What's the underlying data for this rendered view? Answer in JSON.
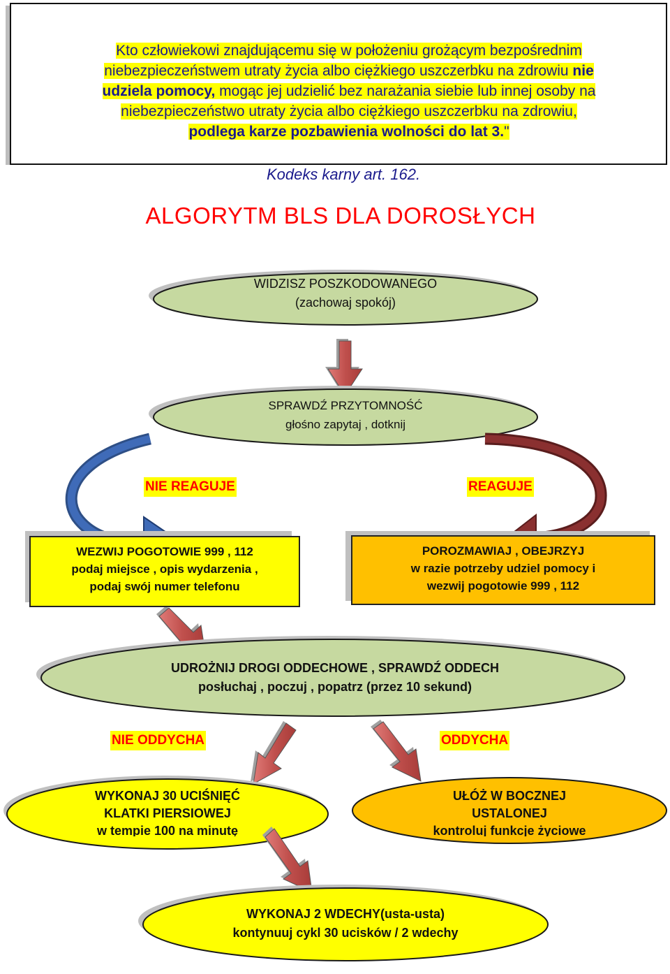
{
  "quote": {
    "line1": "Kto człowiekowi znajdującemu się w położeniu grożącym bezpośrednim",
    "line2a": "niebezpieczeństwem utraty życia albo ciężkiego uszczerbku na zdrowiu ",
    "line2b": "nie",
    "line3a": "udziela pomocy,",
    "line3b": " mogąc jej udzielić bez narażania siebie lub innej osoby na",
    "line4": "niebezpieczeństwo utraty życia albo ciężkiego uszczerbku na zdrowiu,",
    "line5": "podlega karze pozbawienia wolności do lat 3.",
    "line5_end": "\""
  },
  "source": "Kodeks karny art. 162.",
  "title": "ALGORYTM BLS DLA DOROSŁYCH",
  "steps": {
    "see_victim": {
      "line1": "WIDZISZ  POSZKODOWANEGO",
      "line2": "(zachowaj spokój)"
    },
    "check_consciousness": {
      "line1": "SPRAWDŹ  PRZYTOMNOŚĆ",
      "line2": "głośno  zapytaj , dotknij"
    },
    "label_not_responding": "NIE REAGUJE",
    "label_responding": "REAGUJE",
    "call_ambulance": {
      "line1": "WEZWIJ POGOTOWIE 999 , 112",
      "line2": "podaj miejsce , opis wydarzenia ,",
      "line3": "podaj swój numer telefonu"
    },
    "talk_observe": {
      "line1": "POROZMAWIAJ , OBEJRZYJ",
      "line2": "w razie potrzeby udziel pomocy i",
      "line3": "wezwij pogotowie 999 , 112"
    },
    "airway": {
      "line1": "UDROŻNIJ DROGI ODDECHOWE , SPRAWDŹ ODDECH",
      "line2": "posłuchaj , poczuj , popatrz (przez 10 sekund)"
    },
    "label_not_breathing": "NIE ODDYCHA",
    "label_breathing": "ODDYCHA",
    "compressions": {
      "line1": "WYKONAJ 30 UCIŚNIĘĆ",
      "line2": "KLATKI PIERSIOWEJ",
      "line3": "w tempie 100 na minutę"
    },
    "recovery_position": {
      "line1": "UŁÓŻ W BOCZNEJ",
      "line2": "USTALONEJ",
      "line3": "kontroluj funkcje życiowe"
    },
    "breaths": {
      "line1": "WYKONAJ 2 WDECHY(usta-usta)",
      "line2": "kontynuuj cykl 30 ucisków / 2 wdechy"
    }
  },
  "colors": {
    "ellipse_green": "#c6d9a0",
    "ellipse_yellow": "#ffff00",
    "ellipse_orange": "#ffc000",
    "arrow_red": "#c0504d",
    "arrow_blue": "#1f4e9a",
    "arrow_darkred": "#7a2a2a",
    "label_red": "#ff0000",
    "highlight_yellow": "#ffff00"
  }
}
